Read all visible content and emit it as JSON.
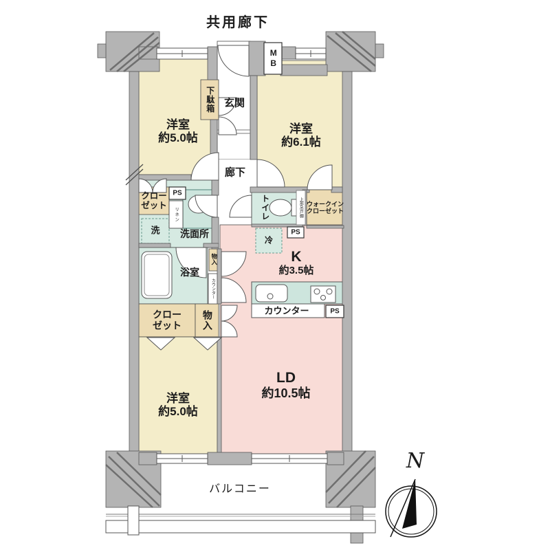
{
  "title": "共用廊下",
  "compass": {
    "north": "N"
  },
  "balcony": {
    "label": "バルコニー"
  },
  "rooms": {
    "bedroom_top_left": {
      "name": "洋室",
      "size": "約5.0帖"
    },
    "bedroom_top_right": {
      "name": "洋室",
      "size": "約6.1帖"
    },
    "bedroom_bottom": {
      "name": "洋室",
      "size": "約5.0帖"
    },
    "living_dining": {
      "name": "LD",
      "size": "約10.5帖"
    },
    "kitchen": {
      "name": "K",
      "size": "約3.5帖"
    },
    "entrance": {
      "label": "玄関"
    },
    "hallway": {
      "label": "廊下"
    },
    "washroom": {
      "label": "洗面所"
    },
    "bathroom": {
      "label": "浴室"
    },
    "toilet": {
      "label": "トイレ"
    }
  },
  "storage": {
    "shoe_cabinet": "下駄箱",
    "closet_washroom": "クローゼット",
    "walk_in_closet": "ウォークインクローゼット",
    "closet_bottom": "クローゼット",
    "storage_bottom": "物入",
    "storage_mid": "物入",
    "counter_mid": "カウンター",
    "upper_cabinet": "上部吊戸棚",
    "linen": "リネン"
  },
  "equipment": {
    "washer": "洗",
    "fridge": "冷",
    "kitchen_counter": "カウンター",
    "meter_box": "MB",
    "pipe_space_1": "PS",
    "pipe_space_2": "PS",
    "pipe_space_3": "PS"
  },
  "colors": {
    "room_cream": "#f4edca",
    "ldk_pink": "#f9dcd7",
    "wet_teal": "#d6eae2",
    "closet_tan": "#eddcb4",
    "wall_gray": "#b4b4b4"
  }
}
